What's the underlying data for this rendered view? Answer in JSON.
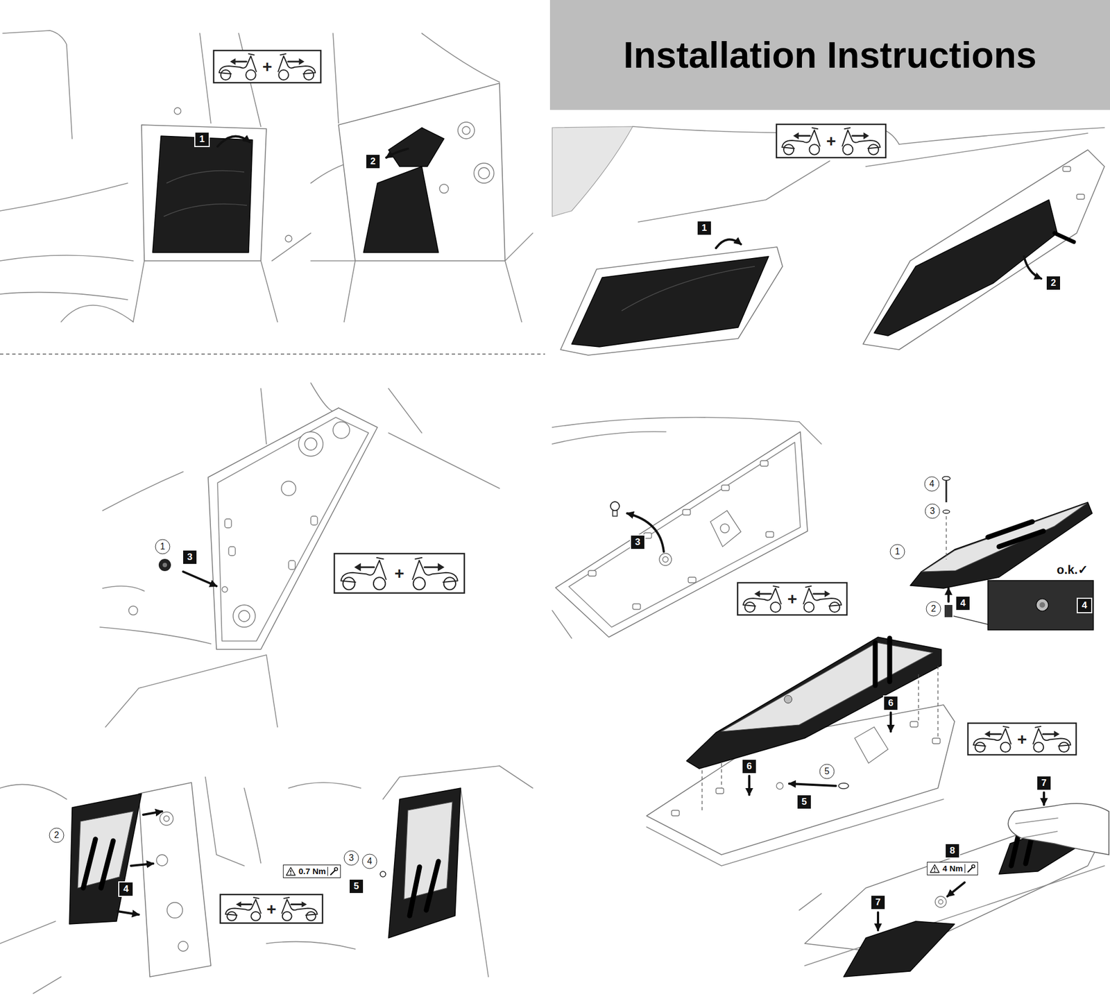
{
  "diagram": {
    "title": "Installation Instructions",
    "labels": [
      "+",
      "1",
      "2",
      "+",
      "1",
      "2",
      "1",
      "3",
      "+",
      "4",
      "3",
      "3",
      "1",
      "o.k.✓",
      "4",
      "4",
      "2",
      "+",
      "2",
      "4",
      "0.7 Nm",
      "3",
      "4",
      "5",
      "+",
      "6",
      "6",
      "5",
      "5",
      "+",
      "7",
      "8",
      "4 Nm",
      "7"
    ]
  }
}
